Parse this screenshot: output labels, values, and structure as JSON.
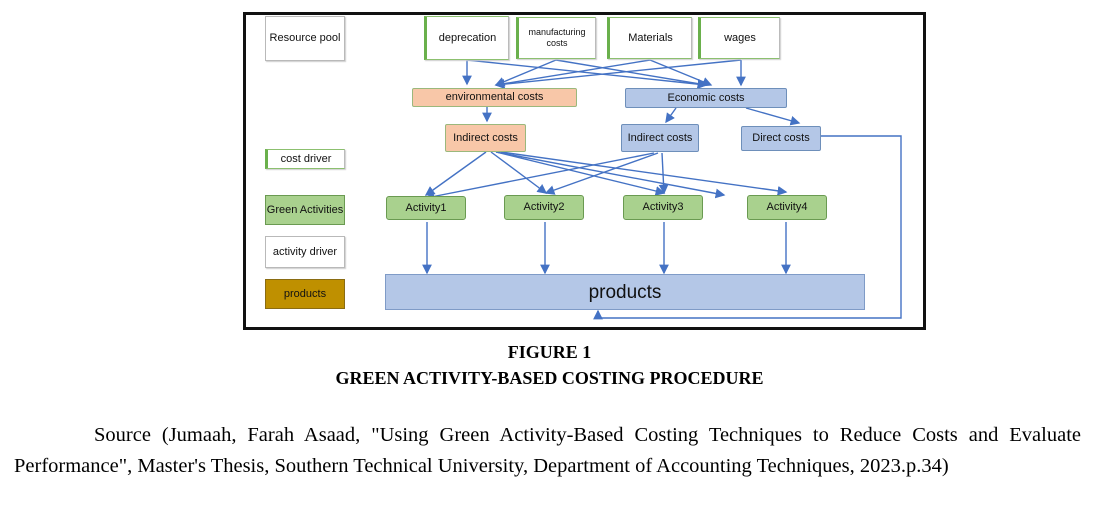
{
  "diagram": {
    "legend": {
      "resource_pool": "Resource pool",
      "cost_driver": "cost driver",
      "green_activities": "Green Activities",
      "activity_driver": "activity driver",
      "products": "products"
    },
    "resources": {
      "deprecation": "deprecation",
      "manufacturing_costs": "manufacturing costs",
      "materials": "Materials",
      "wages": "wages"
    },
    "cost_pools": {
      "environmental": "environmental costs",
      "economic": "Economic costs"
    },
    "cost_types": {
      "env_indirect": "Indirect costs",
      "eco_indirect": "Indirect costs",
      "direct": "Direct costs"
    },
    "activities": [
      "Activity1",
      "Activity2",
      "Activity3",
      "Activity4"
    ],
    "products": "products",
    "colors": {
      "environmental": "#f8c7a8",
      "economic": "#b4c7e7",
      "activity": "#a9d18e",
      "products_legend": "#bf9000",
      "arrow": "#4472c4"
    }
  },
  "caption": {
    "figure_number": "FIGURE 1",
    "title": "GREEN ACTIVITY-BASED COSTING PROCEDURE"
  },
  "source_text": "Source (Jumaah, Farah Asaad, \"Using Green Activity-Based Costing Techniques to Reduce Costs and Evaluate Performance\", Master's Thesis, Southern Technical University, Department of Accounting Techniques, 2023.p.34)"
}
